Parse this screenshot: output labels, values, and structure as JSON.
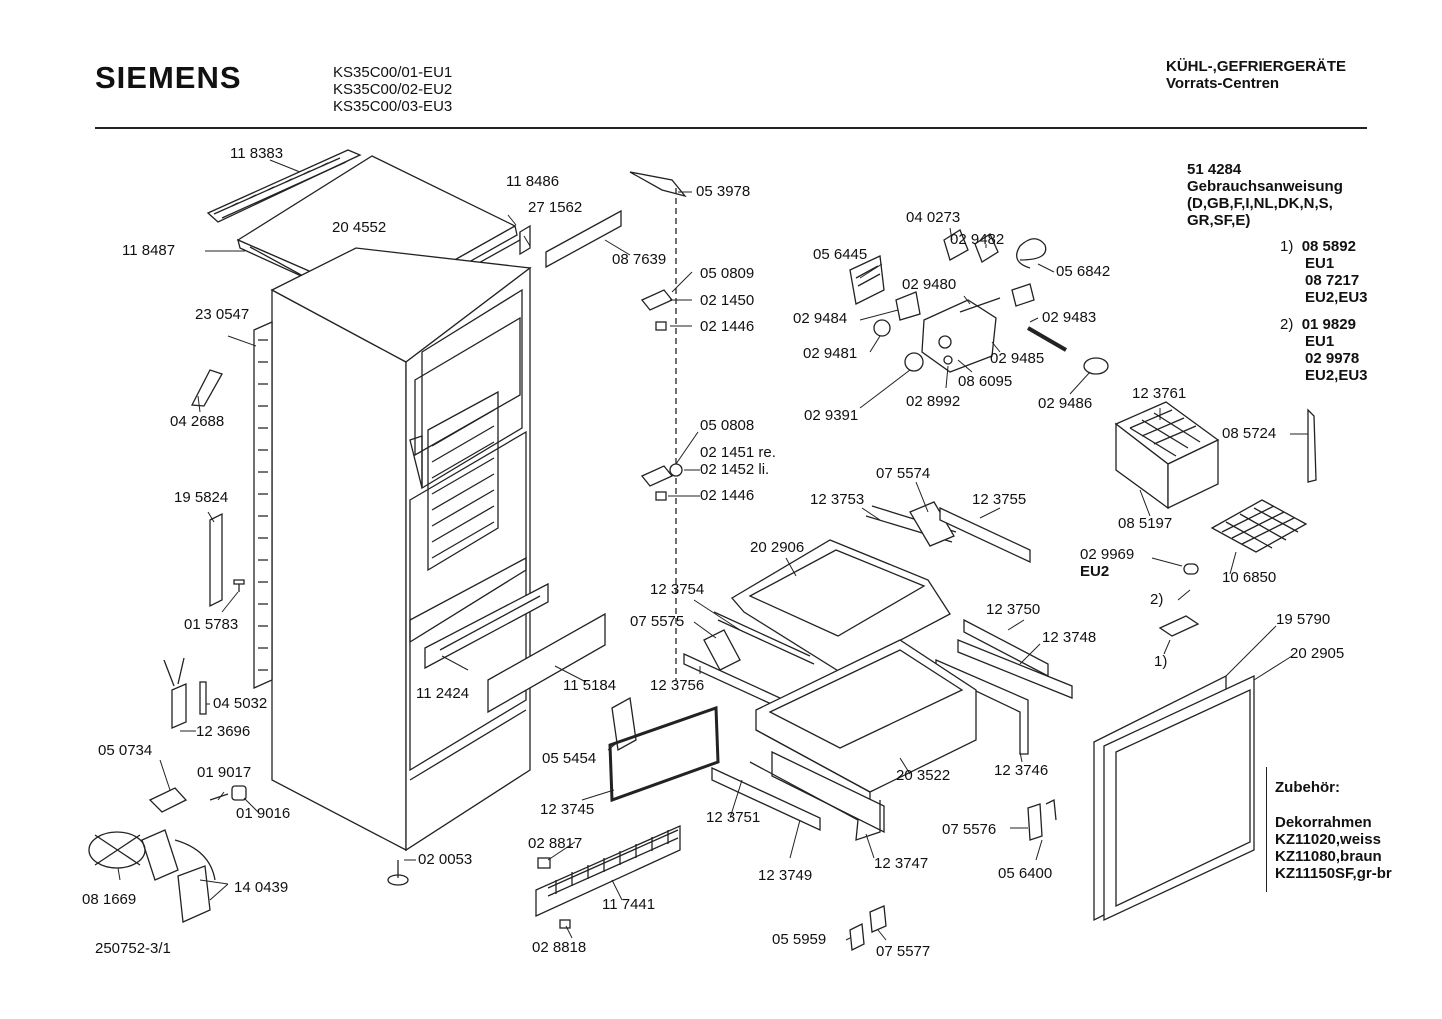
{
  "header": {
    "brand": "SIEMENS",
    "models": [
      "KS35C00/01-EU1",
      "KS35C00/02-EU2",
      "KS35C00/03-EU3"
    ],
    "category_title": "KÜHL-,GEFRIERGERÄTE",
    "category_subtitle": "Vorrats-Centren"
  },
  "manual": {
    "part_no": "51 4284",
    "title": "Gebrauchsanweisung",
    "languages_1": "(D,GB,F,I,NL,DK,N,S,",
    "languages_2": "GR,SF,E)"
  },
  "notes": {
    "n1_marker": "1)",
    "n1_a": "08 5892",
    "n1_a_variant": "EU1",
    "n1_b": "08 7217",
    "n1_b_variant": "EU2,EU3",
    "n2_marker": "2)",
    "n2_a": "01 9829",
    "n2_a_variant": "EU1",
    "n2_b": "02 9978",
    "n2_b_variant": "EU2,EU3"
  },
  "accessories": {
    "title": "Zubehör:",
    "item_title": "Dekorrahmen",
    "items": [
      "KZ11020,weiss",
      "KZ11080,braun",
      "KZ11150SF,gr-br"
    ]
  },
  "doc_ref": "250752-3/1",
  "parts": {
    "p118383": "11 8383",
    "p204552": "20 4552",
    "p118486": "11 8486",
    "p271562": "27 1562",
    "p118487": "11 8487",
    "p087639": "08 7639",
    "p053978": "05 3978",
    "p230547": "23 0547",
    "p042688": "04 2688",
    "p195824": "19 5824",
    "p015783": "01 5783",
    "p045032": "04 5032",
    "p123696": "12 3696",
    "p050734": "05 0734",
    "p019017": "01 9017",
    "p019016": "01 9016",
    "p081669": "08 1669",
    "p140439": "14 0439",
    "p020053": "02 0053",
    "p050809": "05 0809",
    "p021450": "02 1450",
    "p021446a": "02 1446",
    "p050808": "05 0808",
    "p021451": "02 1451 re.",
    "p021452": "02 1452 li.",
    "p021446b": "02 1446",
    "p112424": "11 2424",
    "p115184": "11 5184",
    "p055454": "05 5454",
    "p123745": "12 3745",
    "p028817": "02 8817",
    "p117441": "11 7441",
    "p028818": "02 8818",
    "p040273": "04 0273",
    "p029482": "02 9482",
    "p056445": "05 6445",
    "p056842": "05 6842",
    "p029480": "02 9480",
    "p029484": "02 9484",
    "p029483": "02 9483",
    "p029481": "02 9481",
    "p029485": "02 9485",
    "p086095": "08 6095",
    "p029391": "02 9391",
    "p028992": "02 8992",
    "p029486": "02 9486",
    "p123761": "12 3761",
    "p085724": "08 5724",
    "p085197": "08 5197",
    "p029969": "02 9969",
    "p029969v": "EU2",
    "p106850": "10 6850",
    "p075574": "07 5574",
    "p123753": "12 3753",
    "p123755": "12 3755",
    "p202906": "20 2906",
    "p123754": "12 3754",
    "p075575": "07 5575",
    "p123756": "12 3756",
    "p123750": "12 3750",
    "p123748": "12 3748",
    "p203522": "20 3522",
    "p123746": "12 3746",
    "p123751": "12 3751",
    "p123749": "12 3749",
    "p123747": "12 3747",
    "p055959": "05 5959",
    "p075577": "07 5577",
    "p075576": "07 5576",
    "p056400": "05 6400",
    "p195790": "19 5790",
    "p202905": "20 2905",
    "m2": "2)",
    "m1": "1)"
  }
}
